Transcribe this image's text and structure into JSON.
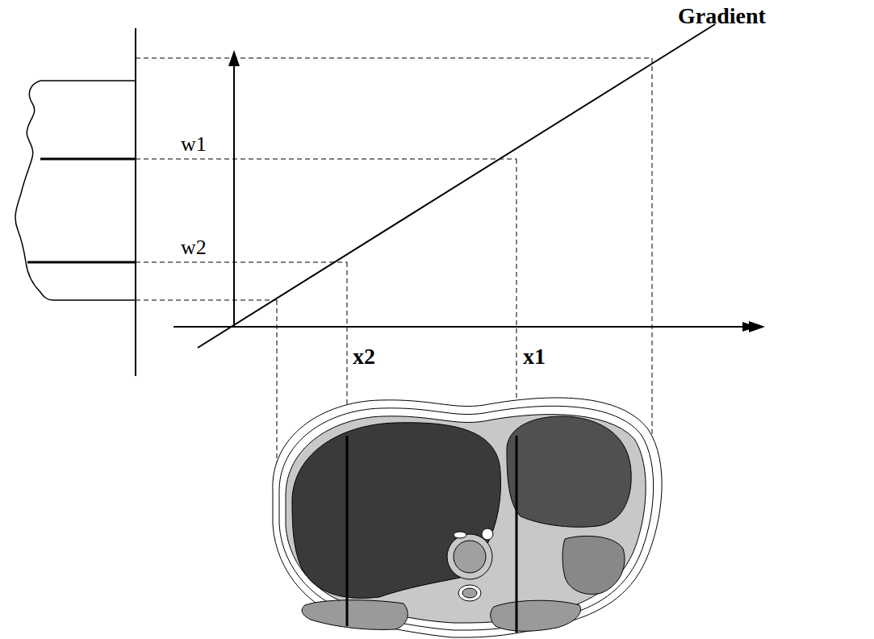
{
  "diagram": {
    "labels": [
      "Gradient",
      "w1",
      "w2",
      "x2",
      "x1"
    ]
  }
}
